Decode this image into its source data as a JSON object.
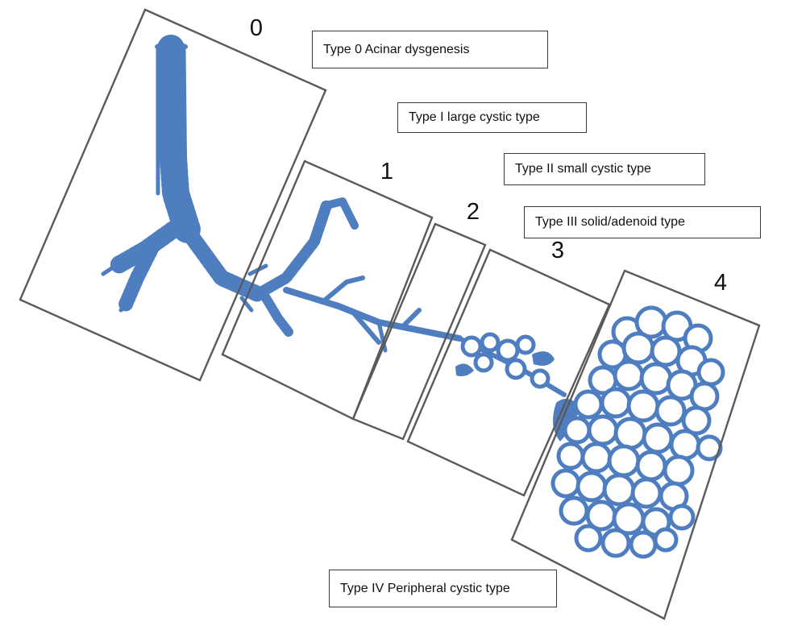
{
  "colors": {
    "airway": "#4f7ec0",
    "frame": "#5a5a5a",
    "text": "#111111"
  },
  "zones": [
    {
      "number": "0"
    },
    {
      "number": "1"
    },
    {
      "number": "2"
    },
    {
      "number": "3"
    },
    {
      "number": "4"
    }
  ],
  "labels": [
    {
      "text": "Type 0 Acinar dysgenesis"
    },
    {
      "text": "Type I large cystic type"
    },
    {
      "text": "Type II small cystic type"
    },
    {
      "text": "Type III solid/adenoid type"
    },
    {
      "text": "Type IV Peripheral cystic type"
    }
  ]
}
